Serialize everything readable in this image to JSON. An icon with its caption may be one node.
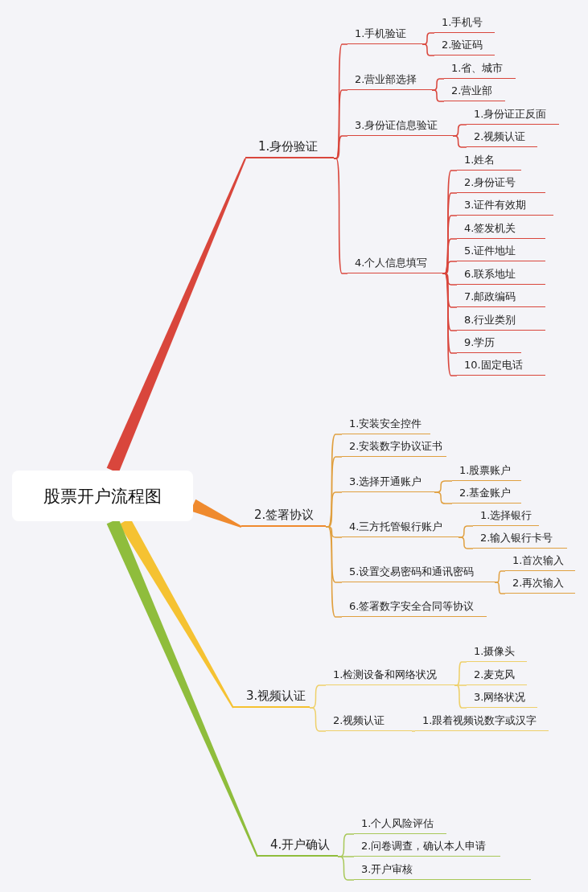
{
  "diagram": {
    "nodes": [
      {
        "text": [
          "股票开户流程图"
        ]
      },
      {
        "text": [
          "1.身份验证"
        ]
      },
      {
        "text": [
          "1.手机验证"
        ]
      },
      {
        "text": [
          "1.手机号"
        ]
      },
      {
        "text": [
          "2.验证码"
        ]
      },
      {
        "text": [
          "2.营业部选择"
        ]
      },
      {
        "text": [
          "1.省、城市"
        ]
      },
      {
        "text": [
          "2.营业部"
        ]
      },
      {
        "text": [
          "3.身份证信息验证"
        ]
      },
      {
        "text": [
          "1.身份证正反面"
        ]
      },
      {
        "text": [
          "2.视频认证"
        ]
      },
      {
        "text": [
          "4.个人信息填写"
        ]
      },
      {
        "text": [
          "1.姓名"
        ]
      },
      {
        "text": [
          "2.身份证号"
        ]
      },
      {
        "text": [
          "3.证件有效期"
        ]
      },
      {
        "text": [
          "4.签发机关"
        ]
      },
      {
        "text": [
          "5.证件地址"
        ]
      },
      {
        "text": [
          "6.联系地址"
        ]
      },
      {
        "text": [
          "7.邮政编码"
        ]
      },
      {
        "text": [
          "8.行业类别"
        ]
      },
      {
        "text": [
          "9.学历"
        ]
      },
      {
        "text": [
          "10.固定电话"
        ]
      },
      {
        "text": [
          "2.签署协议"
        ]
      },
      {
        "text": [
          "1.安装安全控件"
        ]
      },
      {
        "text": [
          "2.安装数字协议证书"
        ]
      },
      {
        "text": [
          "3.选择开通账户"
        ]
      },
      {
        "text": [
          "1.股票账户"
        ]
      },
      {
        "text": [
          "2.基金账户"
        ]
      },
      {
        "text": [
          "4.三方托管银行账户"
        ]
      },
      {
        "text": [
          "1.选择银行"
        ]
      },
      {
        "text": [
          "2.输入银行卡号"
        ]
      },
      {
        "text": [
          "5.设置交易密码和通讯密码"
        ]
      },
      {
        "text": [
          "1.首次输入"
        ]
      },
      {
        "text": [
          "2.再次输入"
        ]
      },
      {
        "text": [
          "6.签署数字安全合同等协议"
        ]
      },
      {
        "text": [
          "3.视频认证"
        ]
      },
      {
        "text": [
          "1.检测设备和网络状况"
        ]
      },
      {
        "text": [
          "1.摄像头"
        ]
      },
      {
        "text": [
          "2.麦克风"
        ]
      },
      {
        "text": [
          "3.网络状况"
        ]
      },
      {
        "text": [
          "2.视频认证"
        ]
      },
      {
        "text": [
          "1.跟着视频说数字或汉字"
        ]
      },
      {
        "text": [
          "4.开户确认"
        ]
      },
      {
        "text": [
          "1.个人风险评估"
        ]
      },
      {
        "text": [
          "2.问卷调查，确认本人申请"
        ]
      },
      {
        "text": [
          "3.开户审核"
        ]
      }
    ],
    "edges": [
      {
        "from": 0,
        "to": 1,
        "arrow": "none",
        "style": "thick"
      },
      {
        "from": 1,
        "to": 2,
        "arrow": "none"
      },
      {
        "from": 2,
        "to": 3,
        "arrow": "none"
      },
      {
        "from": 2,
        "to": 4,
        "arrow": "none"
      },
      {
        "from": 1,
        "to": 5,
        "arrow": "none"
      },
      {
        "from": 5,
        "to": 6,
        "arrow": "none"
      },
      {
        "from": 5,
        "to": 7,
        "arrow": "none"
      },
      {
        "from": 1,
        "to": 8,
        "arrow": "none"
      },
      {
        "from": 8,
        "to": 9,
        "arrow": "none"
      },
      {
        "from": 8,
        "to": 10,
        "arrow": "none"
      },
      {
        "from": 1,
        "to": 11,
        "arrow": "none"
      },
      {
        "from": 11,
        "to": 12,
        "arrow": "none"
      },
      {
        "from": 11,
        "to": 13,
        "arrow": "none"
      },
      {
        "from": 11,
        "to": 14,
        "arrow": "none"
      },
      {
        "from": 11,
        "to": 15,
        "arrow": "none"
      },
      {
        "from": 11,
        "to": 16,
        "arrow": "none"
      },
      {
        "from": 11,
        "to": 17,
        "arrow": "none"
      },
      {
        "from": 11,
        "to": 18,
        "arrow": "none"
      },
      {
        "from": 11,
        "to": 19,
        "arrow": "none"
      },
      {
        "from": 11,
        "to": 20,
        "arrow": "none"
      },
      {
        "from": 11,
        "to": 21,
        "arrow": "none"
      },
      {
        "from": 0,
        "to": 22,
        "arrow": "none",
        "style": "thick",
        "color": "#ef8a2e"
      },
      {
        "from": 22,
        "to": 23,
        "arrow": "none",
        "color": "#e0a040"
      },
      {
        "from": 22,
        "to": 24,
        "arrow": "none",
        "color": "#e0a040"
      },
      {
        "from": 22,
        "to": 25,
        "arrow": "none",
        "color": "#e0a040"
      },
      {
        "from": 25,
        "to": 26,
        "arrow": "none",
        "color": "#e0a040"
      },
      {
        "from": 25,
        "to": 27,
        "arrow": "none",
        "color": "#e0a040"
      },
      {
        "from": 22,
        "to": 28,
        "arrow": "none",
        "color": "#e0a040"
      },
      {
        "from": 28,
        "to": 29,
        "arrow": "none",
        "color": "#e0a040"
      },
      {
        "from": 28,
        "to": 30,
        "arrow": "none",
        "color": "#e0a040"
      },
      {
        "from": 22,
        "to": 31,
        "arrow": "none",
        "color": "#e0a040"
      },
      {
        "from": 31,
        "to": 32,
        "arrow": "none",
        "color": "#e0a040"
      },
      {
        "from": 31,
        "to": 33,
        "arrow": "none",
        "color": "#e0a040"
      },
      {
        "from": 22,
        "to": 34,
        "arrow": "none",
        "color": "#e0a040"
      },
      {
        "from": 0,
        "to": 35,
        "arrow": "none",
        "style": "thick",
        "color": "#f5c232"
      },
      {
        "from": 35,
        "to": 36,
        "arrow": "none",
        "color": "#eed06a"
      },
      {
        "from": 36,
        "to": 37,
        "arrow": "none",
        "color": "#eed06a"
      },
      {
        "from": 36,
        "to": 38,
        "arrow": "none",
        "color": "#eed06a"
      },
      {
        "from": 36,
        "to": 39,
        "arrow": "none",
        "color": "#eed06a"
      },
      {
        "from": 35,
        "to": 40,
        "arrow": "none",
        "color": "#eed06a"
      },
      {
        "from": 40,
        "to": 41,
        "arrow": "none",
        "color": "#eed06a"
      },
      {
        "from": 0,
        "to": 42,
        "arrow": "none",
        "style": "thick",
        "color": "#8fbd3c"
      },
      {
        "from": 42,
        "to": 43,
        "arrow": "none",
        "color": "#a8c858"
      },
      {
        "from": 42,
        "to": 44,
        "arrow": "none",
        "color": "#a8c858"
      },
      {
        "from": 42,
        "to": 45,
        "arrow": "none",
        "color": "#a8c858"
      }
    ]
  }
}
